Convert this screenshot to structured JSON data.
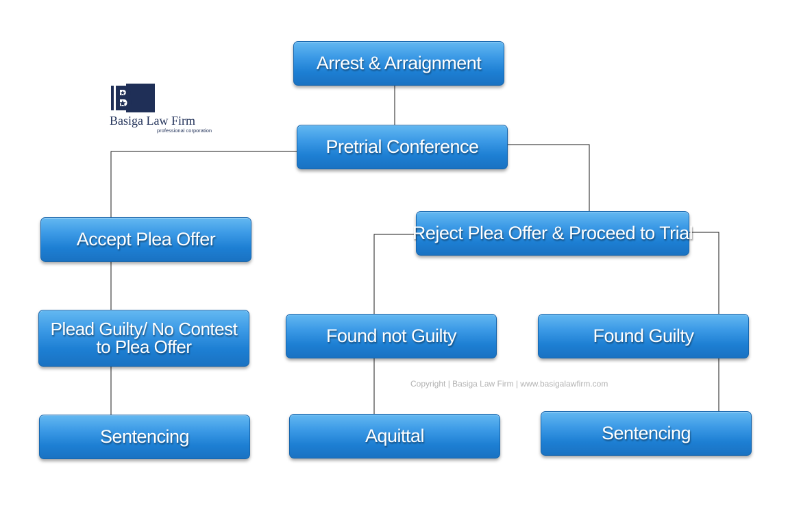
{
  "logo": {
    "name": "Basiga Law Firm",
    "tagline": "professional corporation",
    "mark_letter": "B",
    "colors": {
      "navy": "#1f2f57",
      "white": "#ffffff"
    }
  },
  "nodes": {
    "arrest": "Arrest & Arraignment",
    "pretrial": "Pretrial Conference",
    "accept_plea": "Accept Plea Offer",
    "reject_plea": "Reject Plea Offer & Proceed to Trial",
    "plead_guilty": {
      "line1": "Plead Guilty/ No Contest",
      "line2": "to Plea Offer"
    },
    "found_not_guilty": "Found not Guilty",
    "found_guilty": "Found Guilty",
    "sentencing_left": "Sentencing",
    "acquittal": "Aquittal",
    "sentencing_right": "Sentencing"
  },
  "copyright": "Copyright | Basiga Law Firm | www.basigalawfirm.com",
  "colors": {
    "box_top": "#63b8f1",
    "box_bottom": "#1a72c2",
    "connector": "#1a1a1a",
    "copyright": "#b3b3b3"
  }
}
